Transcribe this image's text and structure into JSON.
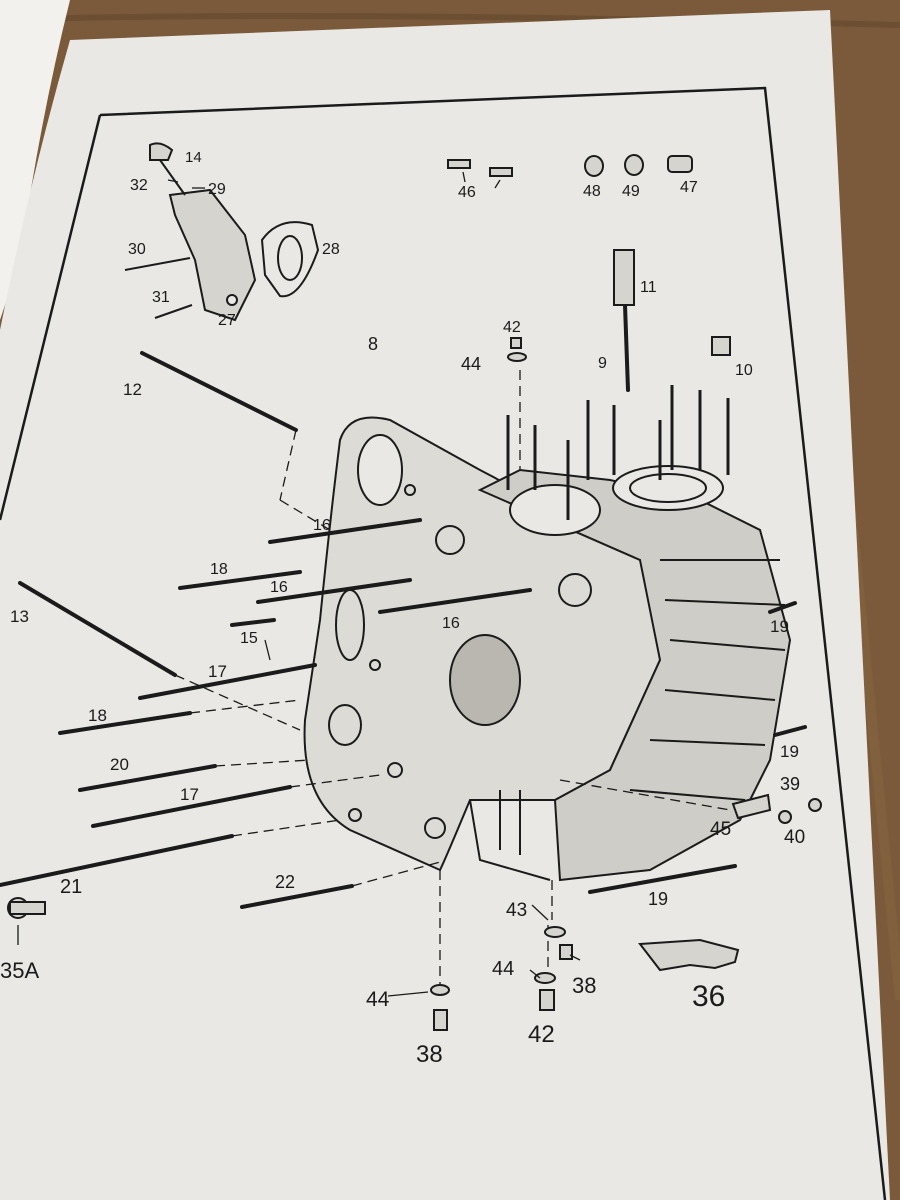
{
  "colors": {
    "paper": "#e9e8e4",
    "ink": "#1b1b1b",
    "wood": "#7a5a3a",
    "prev_page": "#f2f1ee"
  },
  "diagram": {
    "labels": {
      "l14": "14",
      "l32": "32",
      "l29": "29",
      "l28": "28",
      "l30": "30",
      "l31": "31",
      "l27": "27",
      "l46": "46",
      "l48": "48",
      "l49": "49",
      "l47": "47",
      "l11": "11",
      "l10": "10",
      "l9": "9",
      "l42a": "42",
      "l44a": "44",
      "l8": "8",
      "l12": "12",
      "l16a": "16",
      "l18a": "18",
      "l16b": "16",
      "l16c": "16",
      "l13": "13",
      "l15": "15",
      "l17a": "17",
      "l18b": "18",
      "l20": "20",
      "l17b": "17",
      "l21": "21",
      "l22": "22",
      "l35a": "35A",
      "l19a": "19",
      "l19b": "19",
      "l39": "39",
      "l45": "45",
      "l40": "40",
      "l19c": "19",
      "l43": "43",
      "l44b": "44",
      "l38a": "38",
      "l36": "36",
      "l42b": "42",
      "l44c": "44",
      "l38b": "38"
    }
  }
}
